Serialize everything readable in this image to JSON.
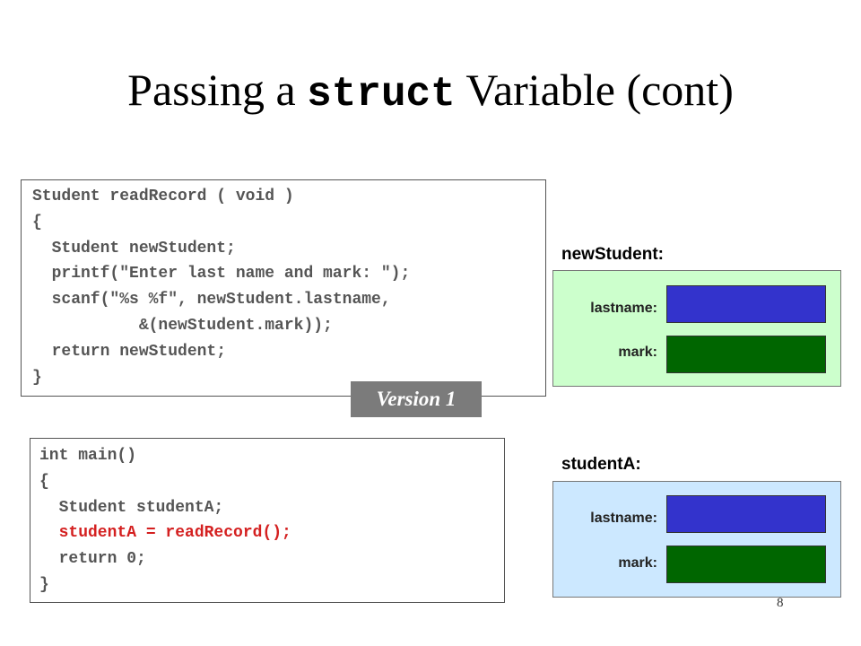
{
  "title": {
    "prefix": "Passing a ",
    "code": "struct",
    "suffix": " Variable (cont)"
  },
  "read_record_code": [
    "Student readRecord ( void )",
    "{",
    "  Student newStudent;",
    "  printf(\"Enter last name and mark: \");",
    "  scanf(\"%s %f\", newStudent.lastname,",
    "           &(newStudent.mark));",
    "  return newStudent;",
    "}"
  ],
  "version_label": "Version 1",
  "main_code": [
    "int main()",
    "{",
    "  Student studentA;",
    "  studentA = readRecord();",
    "  return 0;",
    "}"
  ],
  "new_student": {
    "label": "newStudent:",
    "lastname_label": "lastname:",
    "mark_label": "mark:"
  },
  "student_a": {
    "label": "studentA:",
    "lastname_label": "lastname:",
    "mark_label": "mark:"
  },
  "colors": {
    "lastname_cell": "#3333cc",
    "mark_cell": "#006600",
    "new_student_bg": "#ccffcc",
    "student_a_bg": "#cce8ff",
    "highlight_line": "#d42020"
  },
  "page_number": "8"
}
